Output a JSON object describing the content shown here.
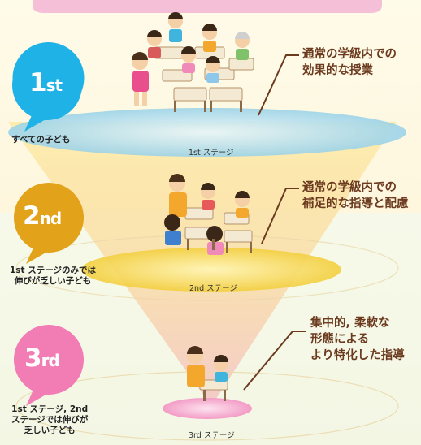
{
  "colors": {
    "stage1_badge": "#1fb2e6",
    "stage2_badge": "#e2a21a",
    "stage3_badge": "#f27cb4",
    "cone_top": "#fdeaa4",
    "cone_bottom": "#f6c6c0",
    "callout_text": "#6b3a1f"
  },
  "stages": [
    {
      "badge_num": "1",
      "badge_suffix": "st",
      "badge_icon": "speech-bubble-icon",
      "target": "すべての子ども",
      "plate_label": "1st ステージ",
      "callout_lines": [
        "通常の学級内での",
        "効果的な授業"
      ]
    },
    {
      "badge_num": "2",
      "badge_suffix": "nd",
      "badge_icon": "speech-bubble-icon",
      "target_lines": [
        "1st ステージのみでは",
        "伸びが乏しい子ども"
      ],
      "plate_label": "2nd ステージ",
      "callout_lines": [
        "通常の学級内での",
        "補足的な指導と配慮"
      ]
    },
    {
      "badge_num": "3",
      "badge_suffix": "rd",
      "badge_icon": "speech-bubble-icon",
      "target_lines": [
        "1st ステージ, 2nd",
        "ステージでは伸びが",
        "乏しい子ども"
      ],
      "plate_label": "3rd ステージ",
      "callout_lines": [
        "集中的, 柔軟な",
        "形態による",
        "より特化した指導"
      ]
    }
  ]
}
